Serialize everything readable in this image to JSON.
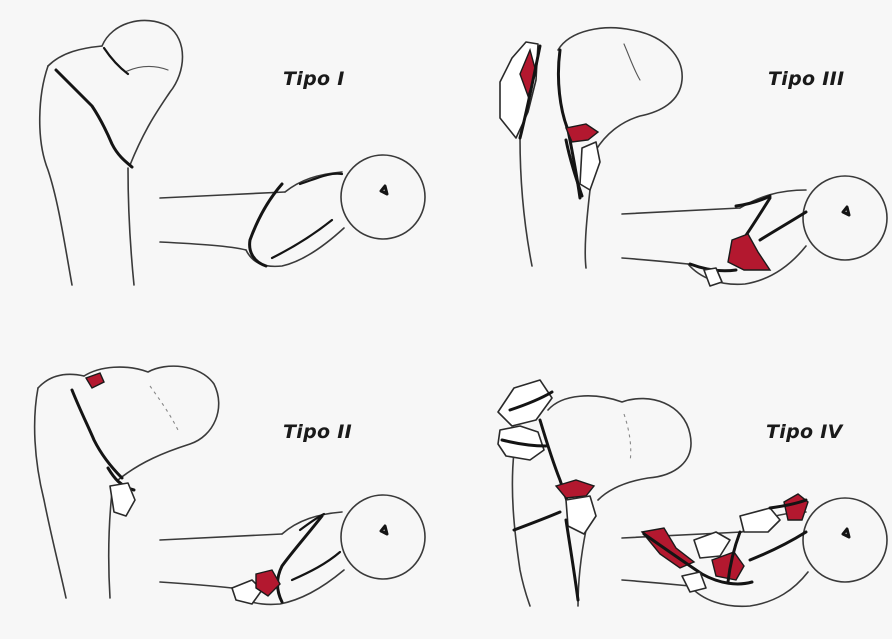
{
  "panels": [
    {
      "key": "type1",
      "label": "Tipo I"
    },
    {
      "key": "type2",
      "label": "Tipo II"
    },
    {
      "key": "type3",
      "label": "Tipo III"
    },
    {
      "key": "type4",
      "label": "Tipo IV"
    }
  ],
  "colors": {
    "background": "#f7f7f7",
    "bone_outline": "#3a3a3a",
    "fracture_line": "#141414",
    "blood": "#b3182f"
  }
}
